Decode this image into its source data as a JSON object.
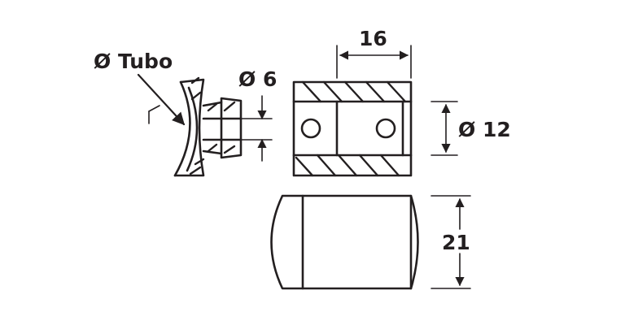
{
  "labels": {
    "tube_diameter": "Ø Tubo",
    "hole_diameter": "Ø 6",
    "length": "16",
    "body_diameter": "Ø 12",
    "width": "21"
  }
}
